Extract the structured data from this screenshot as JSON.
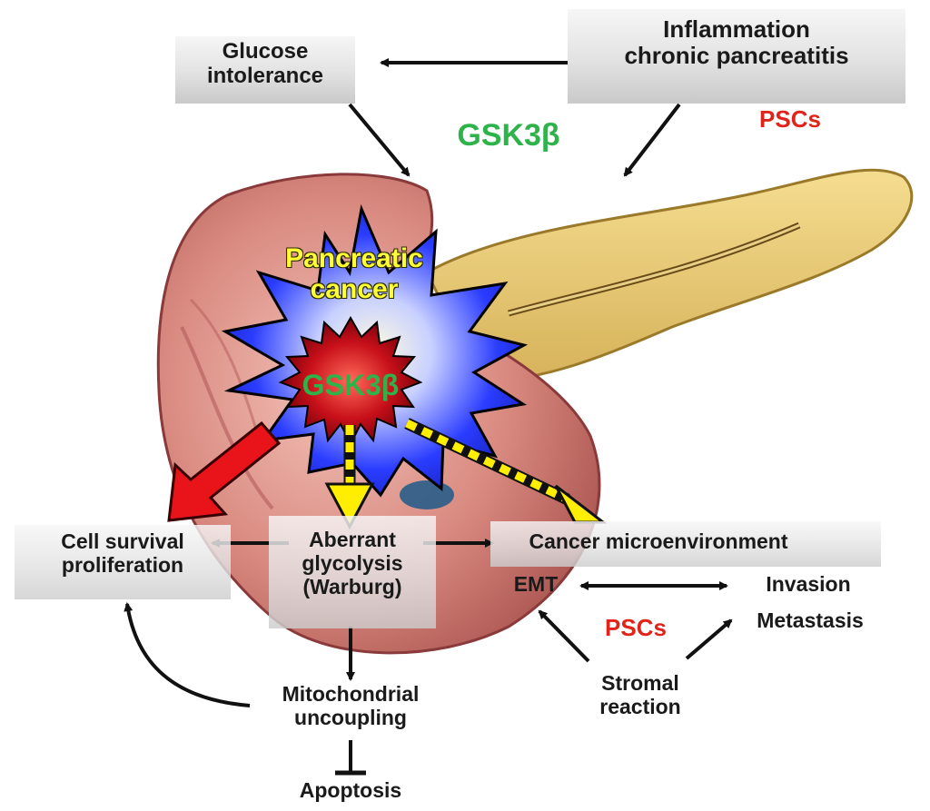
{
  "diagram": {
    "labels": {
      "glucose_intolerance": "Glucose\nintolerance",
      "inflammation": "Inflammation\nchronic pancreatitis",
      "gsk3b_top": "GSK3β",
      "pscs_top": "PSCs",
      "pancreatic_cancer": "Pancreatic\ncancer",
      "gsk3b_center": "GSK3β",
      "cell_survival": "Cell survival\nproliferation",
      "aberrant_glycolysis": "Aberrant\nglycolysis\n(Warburg)",
      "cancer_microenvironment": "Cancer microenvironment",
      "emt": "EMT",
      "invasion": "Invasion",
      "metastasis": "Metastasis",
      "pscs_bottom": "PSCs",
      "stromal_reaction": "Stromal\nreaction",
      "mitochondrial_uncoupling": "Mitochondrial\nuncoupling",
      "apoptosis": "Apoptosis"
    },
    "colors": {
      "gsk3b_text": "#2db34a",
      "pscs_text": "#e2231a",
      "cancer_text": "#ffff33",
      "star_outer": "#2a3cff",
      "star_inner": "#c8101a",
      "red_arrow": "#e8141a",
      "yellow_dash": "#ffee00"
    }
  }
}
